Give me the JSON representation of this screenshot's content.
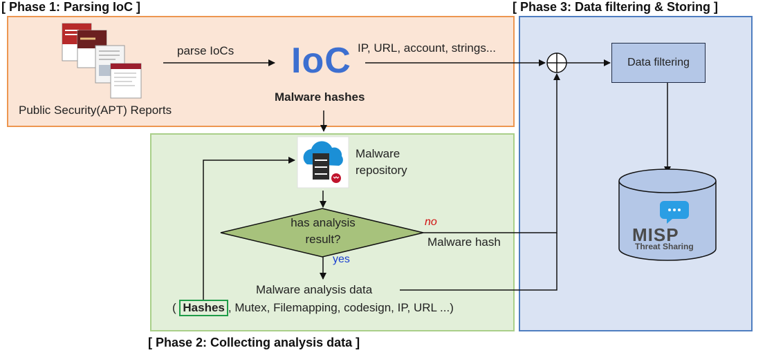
{
  "phases": {
    "p1_title": "[ Phase 1: Parsing IoC ]",
    "p2_title": "[ Phase 2: Collecting analysis data ]",
    "p3_title": "[ Phase 3: Data filtering & Storing ]"
  },
  "phase1": {
    "reports_caption": "Public Security(APT) Reports",
    "parse_label": "parse IoCs",
    "ioc_label": "IoC",
    "ioc_types": "IP, URL, account, strings...",
    "malware_hashes": "Malware hashes"
  },
  "phase2": {
    "repo_line1": "Malware",
    "repo_line2": "repository",
    "decision_line1": "has analysis",
    "decision_line2": "result?",
    "no_label": "no",
    "yes_label": "yes",
    "malware_hash": "Malware hash",
    "analysis_data": "Malware analysis data",
    "paren_open": "(",
    "hashes": "Hashes",
    "analysis_items": ", Mutex, Filemapping, codesign, IP, URL ...)"
  },
  "phase3": {
    "filter_label": "Data filtering",
    "misp_title": "MISP",
    "misp_subtitle": "Threat Sharing"
  },
  "colors": {
    "phase1_fill": "#fbe5d6",
    "phase1_border": "#ed9650",
    "phase2_fill": "#e2efd9",
    "phase2_border": "#a9cf89",
    "phase3_fill": "#dae3f3",
    "phase3_border": "#4e7dc0",
    "ioc_blue": "#3d6fd0",
    "no_red": "#d01010",
    "yes_blue": "#1a3fd0"
  }
}
